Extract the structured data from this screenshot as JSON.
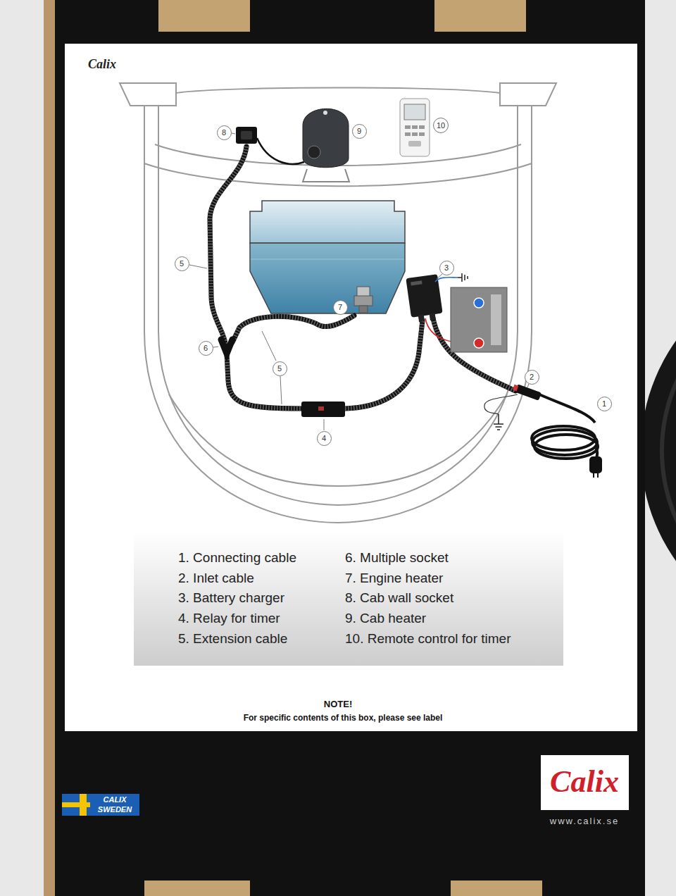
{
  "diagram": {
    "nodes": [
      {
        "text": [
          "8"
        ]
      },
      {
        "text": [
          "9"
        ]
      },
      {
        "text": [
          "10"
        ]
      },
      {
        "text": [
          "5"
        ]
      },
      {
        "text": [
          "3"
        ]
      },
      {
        "text": [
          "7"
        ]
      },
      {
        "text": [
          "6"
        ]
      },
      {
        "text": [
          "5"
        ]
      },
      {
        "text": [
          "2"
        ]
      },
      {
        "text": [
          "1"
        ]
      },
      {
        "text": [
          "4"
        ]
      }
    ],
    "labels": [
      "Calix",
      "1. Connecting cable",
      "2. Inlet cable",
      "3. Battery charger",
      "4. Relay for timer",
      "5. Extension cable",
      "6. Multiple socket",
      "7. Engine heater",
      "8. Cab wall socket",
      "9. Cab heater",
      "10. Remote control for timer",
      "NOTE!",
      "For specific contents of this box, please see label",
      "CALIX SWEDEN",
      "Calix",
      "www.calix.se"
    ]
  }
}
